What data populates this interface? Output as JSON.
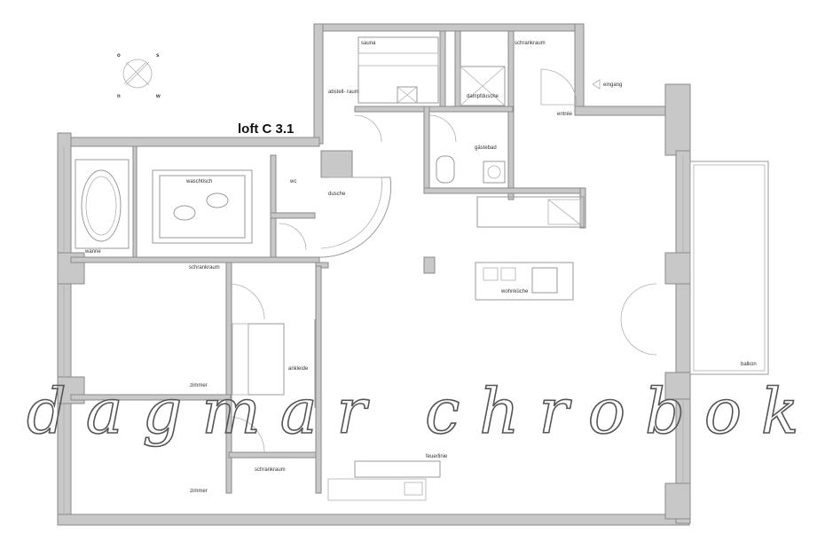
{
  "plan": {
    "title": "loft C 3.1",
    "compass": {
      "top_left": "o",
      "top_right": "s",
      "bottom_left": "n",
      "bottom_right": "w"
    },
    "rooms": {
      "sauna": "sauna",
      "schrankraum_top": "schrankraum",
      "eingang": "eingang",
      "entree": "entrée",
      "abstellraum": "abstell-\nraum",
      "dampfdusche": "dampfdusche",
      "gaestebad": "gästebad",
      "wc": "wc",
      "dusche": "dusche",
      "waschtisch": "waschtisch",
      "wanne": "wanne",
      "schrankraum_mid": "schrankraum",
      "wohnkueche": "wohnküche",
      "balkon": "balkon",
      "ankleide": "ankleide",
      "zimmer_1": "zimmer",
      "zimmer_2": "zimmer",
      "schrankraum_bottom": "schrankraum",
      "feuerlinie": "feuerlinie"
    }
  },
  "watermark": "dagmar chrobok"
}
